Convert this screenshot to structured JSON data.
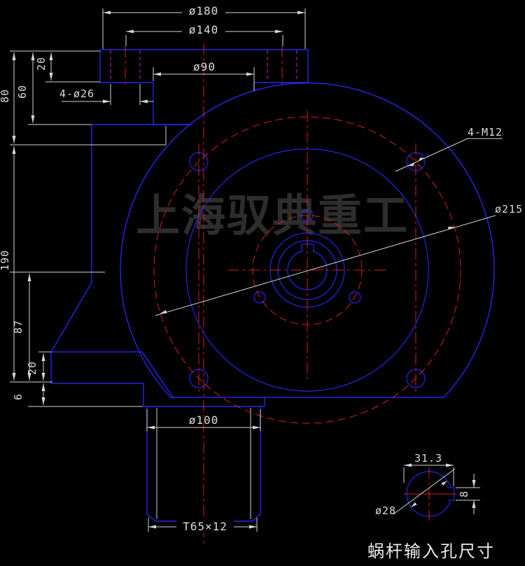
{
  "drawing": {
    "watermark": "上海驭典重工",
    "caption": "蜗杆输入孔尺寸",
    "colors": {
      "background": "#000000",
      "geometry_blue": "#2626e8",
      "centerline_red": "#d81e1e",
      "hidden_hole_magenta": "#c425c4",
      "dimension_gray": "#d4d4d4",
      "text_white": "#ececec",
      "watermark_gray": "#2d2d2d"
    },
    "dims": {
      "d180": "ø180",
      "d140": "ø140",
      "d90": "ø90",
      "d26": "4-ø26",
      "h80": "80",
      "h60": "60",
      "h20": "20",
      "h190": "190",
      "h87": "87",
      "h20b": "20",
      "h6": "6",
      "m12": "4-M12",
      "d215": "ø215",
      "d100": "ø100",
      "t65": "T65×12",
      "w313": "31.3",
      "w8": "8",
      "d28": "ø28"
    }
  }
}
